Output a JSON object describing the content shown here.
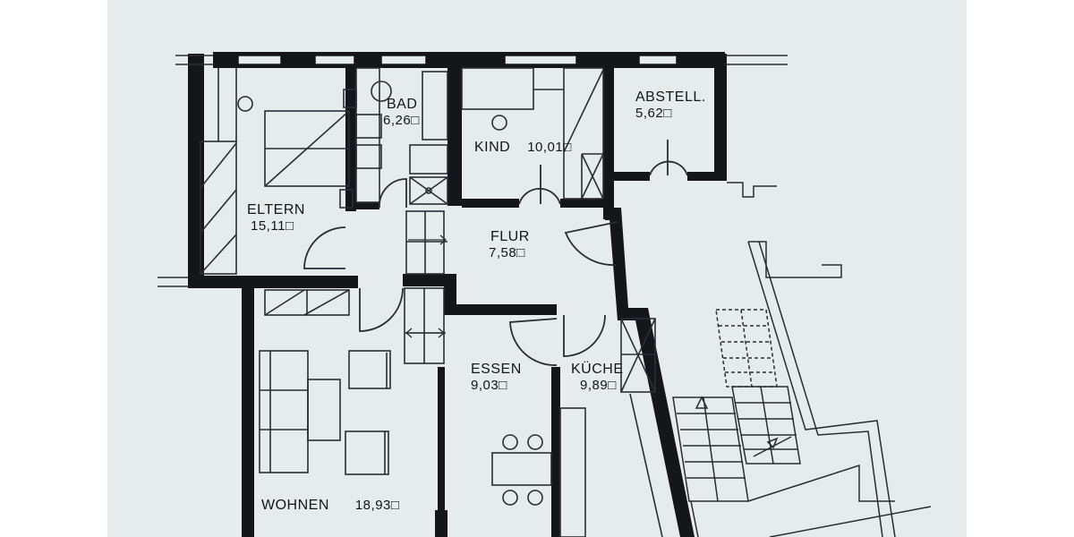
{
  "rooms": [
    {
      "id": "eltern",
      "name": "ELTERN",
      "area": "15,11"
    },
    {
      "id": "bad",
      "name": "BAD",
      "area": "6,26"
    },
    {
      "id": "kind",
      "name": "KIND",
      "area": "10,01"
    },
    {
      "id": "abstell",
      "name": "ABSTELL.",
      "area": "5,62"
    },
    {
      "id": "flur",
      "name": "FLUR",
      "area": "7,58"
    },
    {
      "id": "essen",
      "name": "ESSEN",
      "area": "9,03"
    },
    {
      "id": "kueche",
      "name": "KÜCHE",
      "area": "9,89"
    },
    {
      "id": "wohnen",
      "name": "WOHNEN",
      "area": "18,93"
    }
  ],
  "area_unit_symbol": "□",
  "colors": {
    "wall": "#14161a",
    "paper": "#e6ebec",
    "line": "#2a2d33"
  }
}
